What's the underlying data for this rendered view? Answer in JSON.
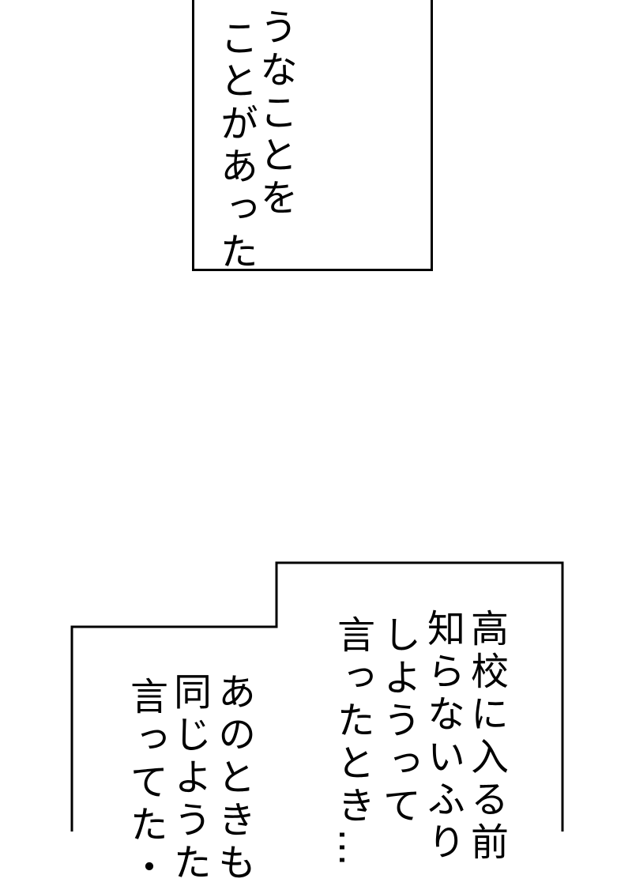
{
  "panels": [
    {
      "id": "top",
      "columns": [
        "うなことを",
        "ことがあった"
      ]
    },
    {
      "id": "bottom",
      "columns": [
        "高校に入る前",
        "知らないふり",
        "しようって",
        "言ったとき…",
        "あのときも",
        "同じようた",
        "言ってた・"
      ]
    }
  ],
  "colors": {
    "background": "#ffffff",
    "border": "#000000",
    "text": "#000000"
  }
}
